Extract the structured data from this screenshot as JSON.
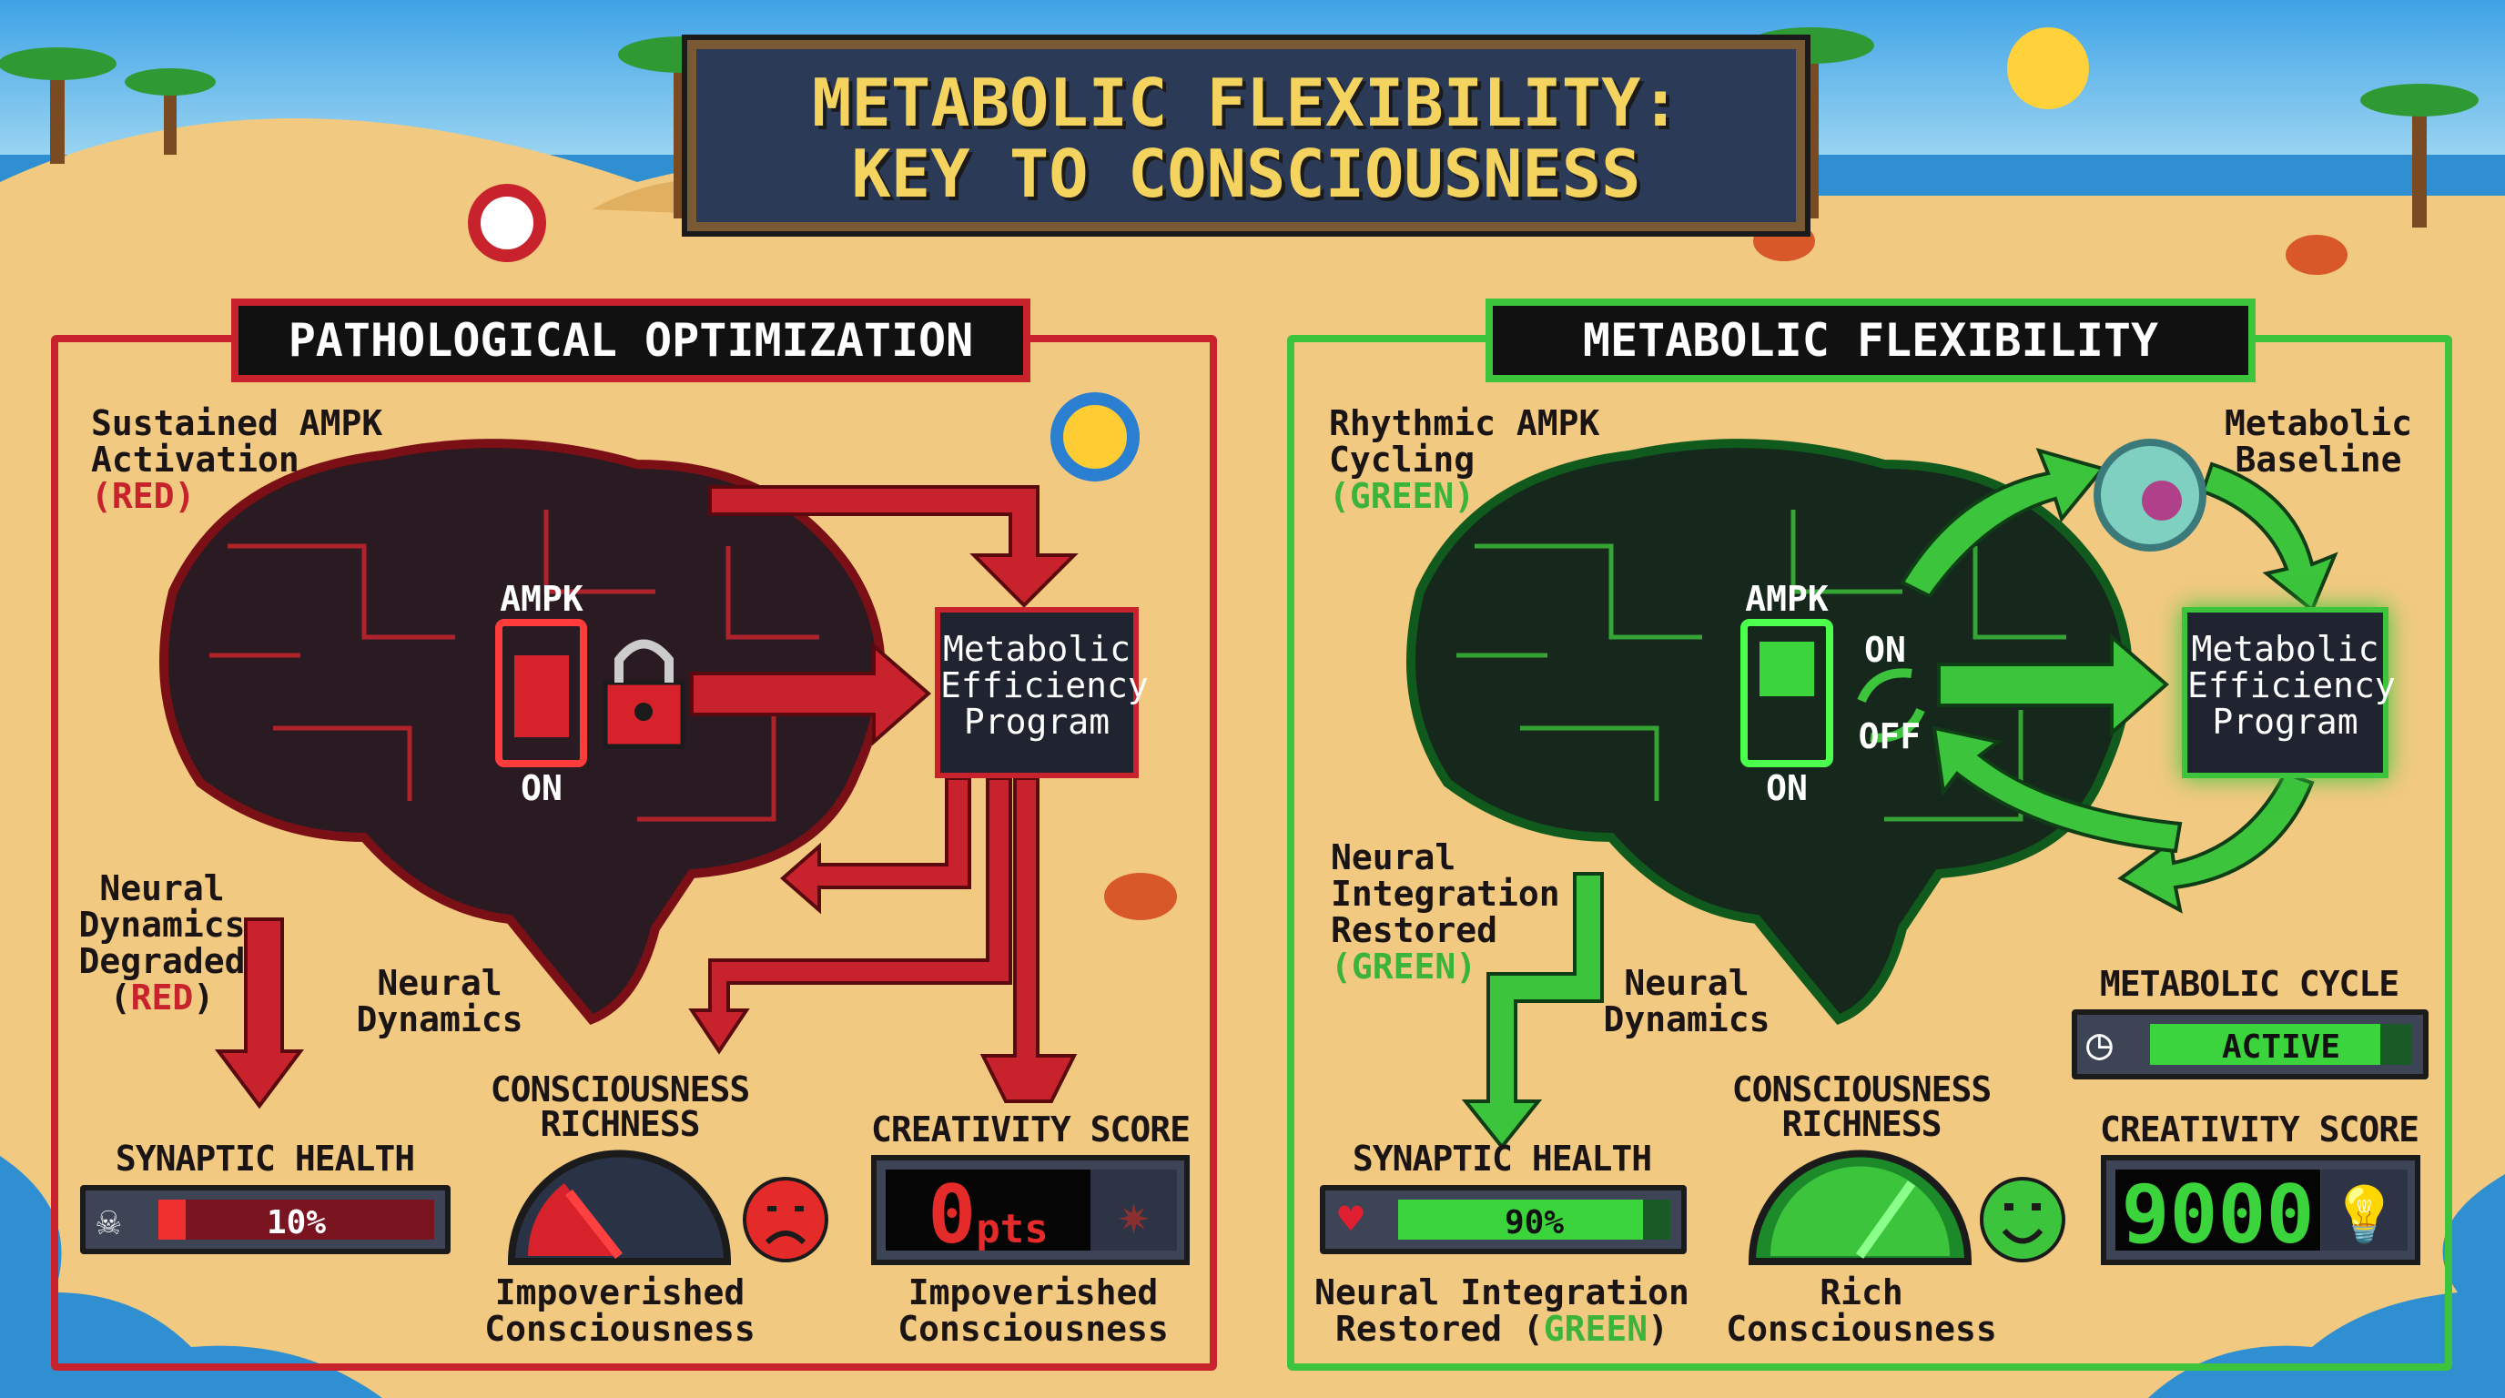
{
  "title": {
    "line1": "METABOLIC FLEXIBILITY:",
    "line2": "KEY TO CONSCIOUSNESS"
  },
  "colors": {
    "red": "#c8232c",
    "green": "#3cc43c",
    "sand": "#f1c980",
    "sky": "#5fb6e8",
    "navy": "#2a3a57"
  },
  "left_panel": {
    "header": "PATHOLOGICAL OPTIMIZATION",
    "ampk_label": {
      "line1": "Sustained AMPK",
      "line2": "Activation",
      "line3": "(RED)"
    },
    "switch_title": "AMPK",
    "switch_state": "ON",
    "lock_icon": "padlock-icon",
    "program_box": {
      "line1": "Metabolic",
      "line2": "Efficiency",
      "line3": "Program"
    },
    "degraded_label": {
      "line1": "Neural",
      "line2": "Dynamics",
      "line3": "Degraded",
      "line4_open": "(",
      "line4_color": "RED",
      "line4_close": ")"
    },
    "neural_dynamics": {
      "line1": "Neural",
      "line2": "Dynamics"
    },
    "synaptic_health": {
      "label": "SYNAPTIC HEALTH",
      "value": "10%",
      "fraction": 0.1,
      "icon": "skull-icon"
    },
    "richness": {
      "label1": "CONSCIOUSNESS",
      "label2": "RICHNESS",
      "level": "low",
      "face": "sad-face-icon",
      "caption1": "Impoverished",
      "caption2": "Consciousness"
    },
    "creativity": {
      "label": "CREATIVITY SCORE",
      "value": "0",
      "unit": "pts",
      "icon": "broken-lightbulb-icon",
      "caption1": "Impoverished",
      "caption2": "Consciousness"
    }
  },
  "right_panel": {
    "header": "METABOLIC FLEXIBILITY",
    "ampk_label": {
      "line1": "Rhythmic AMPK",
      "line2": "Cycling",
      "line3": "(GREEN)"
    },
    "baseline_label": {
      "line1": "Metabolic",
      "line2": "Baseline"
    },
    "switch_title": "AMPK",
    "switch_state": "ON",
    "cycle_on": "ON",
    "cycle_off": "OFF",
    "program_box": {
      "line1": "Metabolic",
      "line2": "Efficiency",
      "line3": "Program"
    },
    "restored_label": {
      "line1": "Neural",
      "line2": "Integration",
      "line3": "Restored",
      "line4": "(GREEN)"
    },
    "neural_dynamics": {
      "line1": "Neural",
      "line2": "Dynamics"
    },
    "metabolic_cycle": {
      "label": "METABOLIC CYCLE",
      "value": "ACTIVE",
      "icon": "clock-icon"
    },
    "synaptic_health": {
      "label": "SYNAPTIC HEALTH",
      "value": "90%",
      "fraction": 0.9,
      "icon": "heart-icon",
      "caption1": "Neural Integration",
      "caption2_pre": "Restored (",
      "caption2_color": "GREEN",
      "caption2_post": ")"
    },
    "richness": {
      "label1": "CONSCIOUSNESS",
      "label2": "RICHNESS",
      "level": "high",
      "face": "happy-face-icon",
      "caption1": "Rich",
      "caption2": "Consciousness"
    },
    "creativity": {
      "label": "CREATIVITY SCORE",
      "value": "9000",
      "icon": "lightbulb-icon"
    }
  }
}
